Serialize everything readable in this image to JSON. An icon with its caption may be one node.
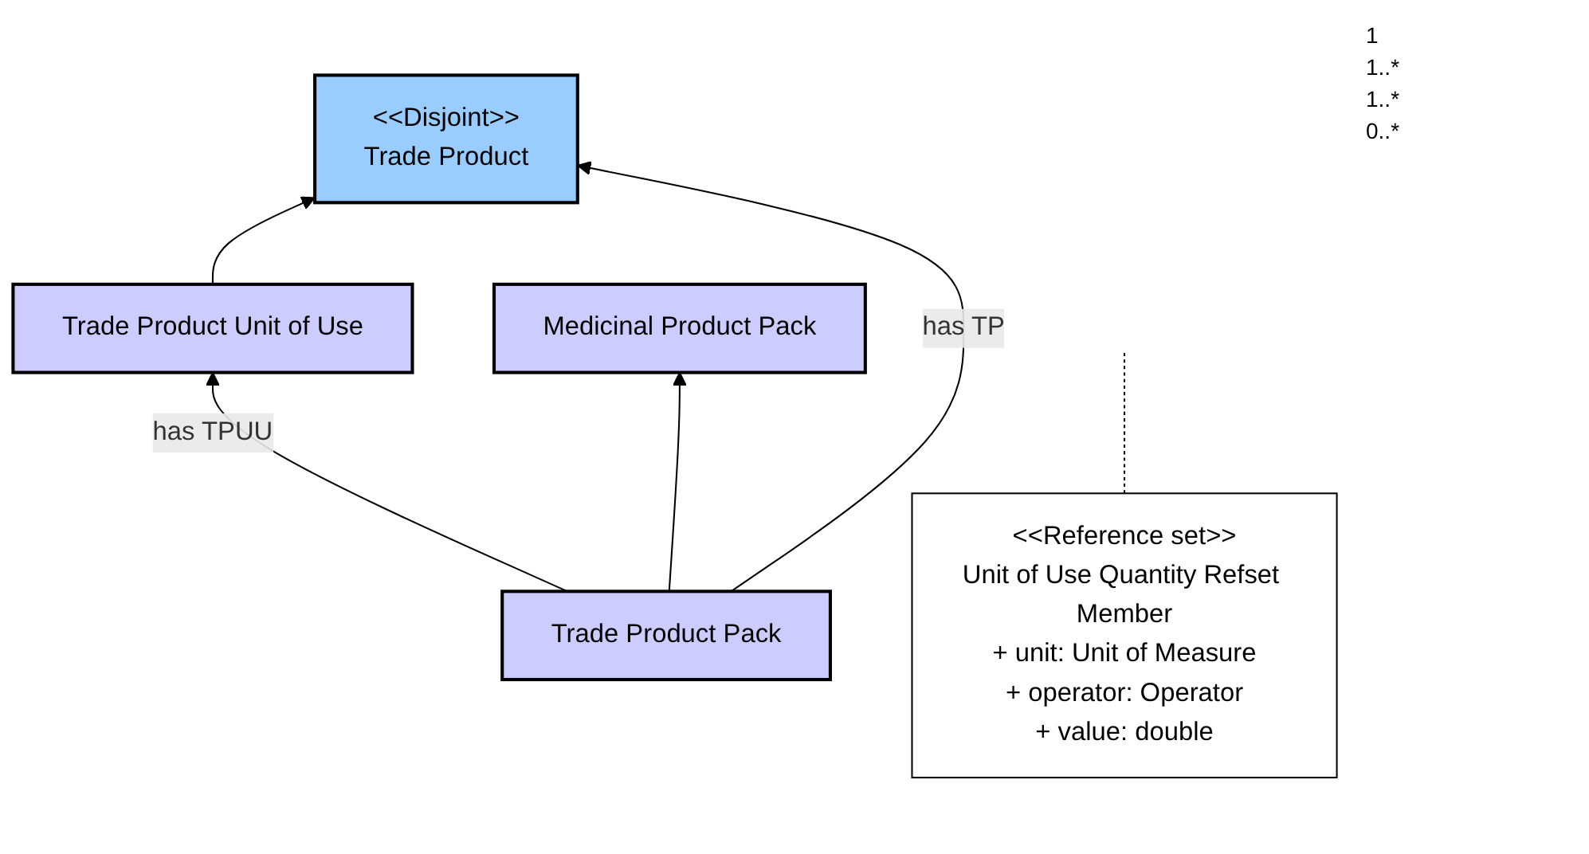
{
  "diagram": {
    "nodes": [
      {
        "text": [
          "<<Disjoint>>",
          "Trade Product"
        ]
      },
      {
        "text": [
          "Trade Product Unit of Use"
        ]
      },
      {
        "text": [
          "<<Reference set>>",
          "Unit of Use Quantity Refset Member",
          "+ unit: Unit of Measure",
          "+ operator: Operator",
          "+ value: double"
        ]
      },
      {
        "text": [
          "Medicinal Product Pack"
        ]
      },
      {
        "text": [
          "Trade Product Pack"
        ]
      }
    ],
    "edges": [
      {
        "from": 1,
        "to": 0,
        "arrow": "to"
      },
      {
        "from": 4,
        "to": 1,
        "arrow": "to",
        "label": "has TPUU"
      },
      {
        "from": 4,
        "to": 3,
        "arrow": "to"
      },
      {
        "from": 4,
        "to": 0,
        "arrow": "to",
        "label": "has TP"
      },
      {
        "from": 2,
        "to": null,
        "arrow": "none",
        "style": "dashed"
      }
    ],
    "labels": [
      "1",
      "1..*",
      "1..*",
      "0..*"
    ]
  }
}
